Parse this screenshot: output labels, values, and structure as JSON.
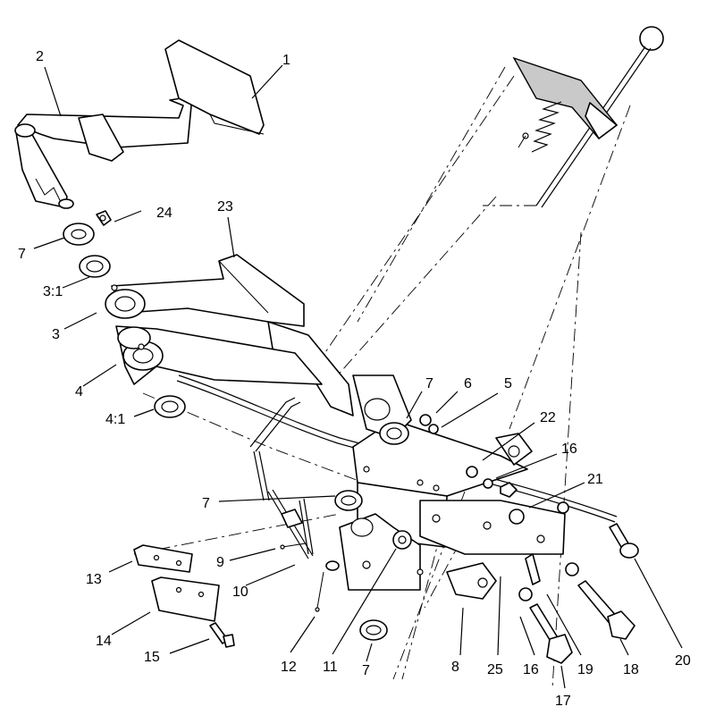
{
  "callouts": [
    {
      "id": "c1",
      "text": "1"
    },
    {
      "id": "c2",
      "text": "2"
    },
    {
      "id": "c24",
      "text": "24"
    },
    {
      "id": "c23",
      "text": "23"
    },
    {
      "id": "c7a",
      "text": "7"
    },
    {
      "id": "c3_1",
      "text": "3:1"
    },
    {
      "id": "c3",
      "text": "3"
    },
    {
      "id": "c4",
      "text": "4"
    },
    {
      "id": "c4_1",
      "text": "4:1"
    },
    {
      "id": "c7b",
      "text": "7"
    },
    {
      "id": "c6",
      "text": "6"
    },
    {
      "id": "c5",
      "text": "5"
    },
    {
      "id": "c22",
      "text": "22"
    },
    {
      "id": "c16a",
      "text": "16"
    },
    {
      "id": "c21",
      "text": "21"
    },
    {
      "id": "c7c",
      "text": "7"
    },
    {
      "id": "c9",
      "text": "9"
    },
    {
      "id": "c13",
      "text": "13"
    },
    {
      "id": "c10",
      "text": "10"
    },
    {
      "id": "c14",
      "text": "14"
    },
    {
      "id": "c15",
      "text": "15"
    },
    {
      "id": "c12",
      "text": "12"
    },
    {
      "id": "c11",
      "text": "11"
    },
    {
      "id": "c7d",
      "text": "7"
    },
    {
      "id": "c8",
      "text": "8"
    },
    {
      "id": "c25",
      "text": "25"
    },
    {
      "id": "c16b",
      "text": "16"
    },
    {
      "id": "c19",
      "text": "19"
    },
    {
      "id": "c18",
      "text": "18"
    },
    {
      "id": "c17",
      "text": "17"
    },
    {
      "id": "c20",
      "text": "20"
    }
  ]
}
